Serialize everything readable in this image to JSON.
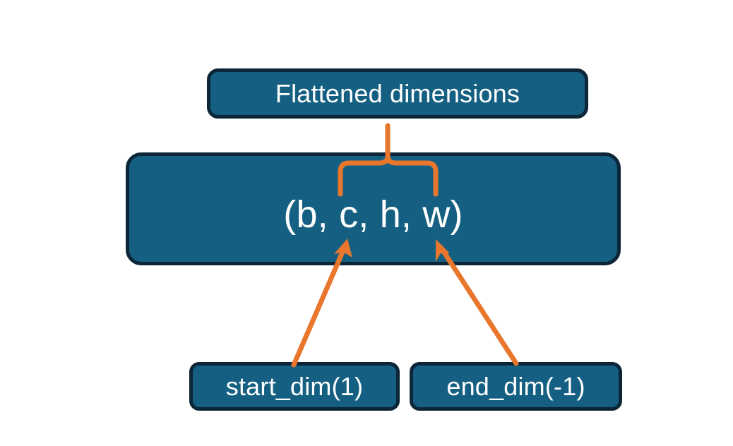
{
  "diagram": {
    "title": "Flatten dimensions diagram",
    "background_color": "#ffffff",
    "palette": {
      "node_fill": "#156082",
      "node_border": "#0c2638",
      "node_text": "#ffffff",
      "accent_orange": "#E8762C"
    },
    "nodes": {
      "flattened": {
        "label": "Flattened dimensions",
        "role": "caption-box"
      },
      "shape": {
        "label": "(b, c, h, w)",
        "role": "tensor-shape-box",
        "dims": [
          "b",
          "c",
          "h",
          "w"
        ]
      },
      "start_dim": {
        "label": "start_dim(1)",
        "role": "argument-box",
        "value": 1
      },
      "end_dim": {
        "label": "end_dim(-1)",
        "role": "argument-box",
        "value": -1
      }
    },
    "annotations": {
      "brace": {
        "name": "flattened-range-brace",
        "color": "#E8762C",
        "spans_dims": [
          "c",
          "h",
          "w"
        ],
        "points_to": "Flattened dimensions"
      },
      "arrows": [
        {
          "name": "start-dim-arrow",
          "color": "#E8762C",
          "from": "start_dim(1)",
          "to": "c"
        },
        {
          "name": "end-dim-arrow",
          "color": "#E8762C",
          "from": "end_dim(-1)",
          "to": "w"
        }
      ]
    }
  }
}
